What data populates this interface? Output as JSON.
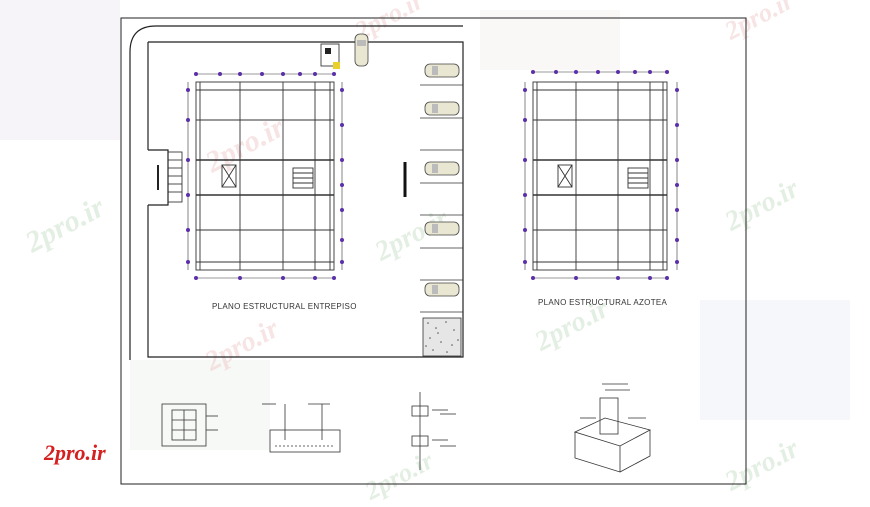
{
  "drawing": {
    "plan_left_title": "PLANO ESTRUCTURAL ENTREPISO",
    "plan_right_title": "PLANO ESTRUCTURAL AZOTEA"
  },
  "logo": {
    "text": "2pro.ir",
    "color": "#d42020"
  },
  "watermark": {
    "text": "2pro.ir"
  },
  "colors": {
    "line": "#222222",
    "grid": "#333333",
    "node": "#5a2fa8",
    "background": "#ffffff"
  }
}
